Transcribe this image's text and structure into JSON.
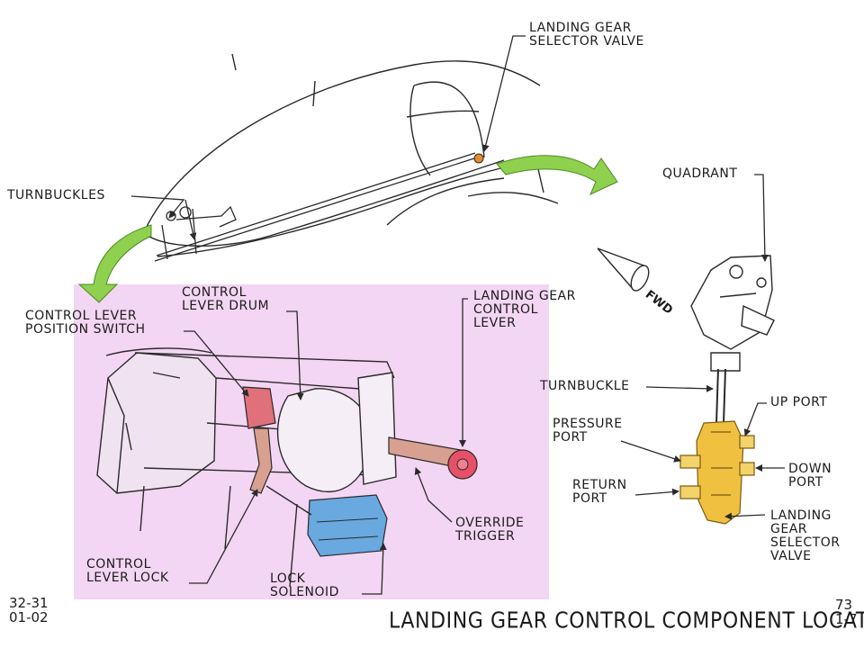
{
  "diagram": {
    "title": "LANDING GEAR CONTROL COMPONENT LOCATION",
    "page_ref_left": [
      "32-31",
      "01-02"
    ],
    "page_ref_right": [
      "73",
      "1-7"
    ],
    "fwd_label": "FWD",
    "labels": {
      "selector_valve_top": [
        "LANDING GEAR",
        "SELECTOR VALVE"
      ],
      "turnbuckles": [
        "TURNBUCKLES"
      ],
      "quadrant": [
        "QUADRANT"
      ],
      "control_lever_position_switch": [
        "CONTROL LEVER",
        "POSITION SWITCH"
      ],
      "control_lever_drum": [
        "CONTROL",
        "LEVER DRUM"
      ],
      "landing_gear_control_lever": [
        "LANDING GEAR",
        "CONTROL",
        "LEVER"
      ],
      "turnbuckle": [
        "TURNBUCKLE"
      ],
      "up_port": [
        "UP PORT"
      ],
      "pressure_port": [
        "PRESSURE",
        "PORT"
      ],
      "down_port": [
        "DOWN",
        "PORT"
      ],
      "return_port": [
        "RETURN",
        "PORT"
      ],
      "selector_valve_bottom": [
        "LANDING",
        "GEAR",
        "SELECTOR",
        "VALVE"
      ],
      "override_trigger": [
        "OVERRIDE",
        "TRIGGER"
      ],
      "control_lever_lock": [
        "CONTROL",
        "LEVER LOCK"
      ],
      "lock_solenoid": [
        "LOCK",
        "SOLENOID"
      ]
    },
    "colors": {
      "inset_background": "#f3d6f3",
      "transfer_arrow": "#8fd14f",
      "position_switch": "#e0707a",
      "lever_knob": "#e8506a",
      "linkage": "#d7a090",
      "solenoid": "#6aa8e0",
      "selector_valve": "#f0c040",
      "line": "#2a2a2a"
    }
  }
}
